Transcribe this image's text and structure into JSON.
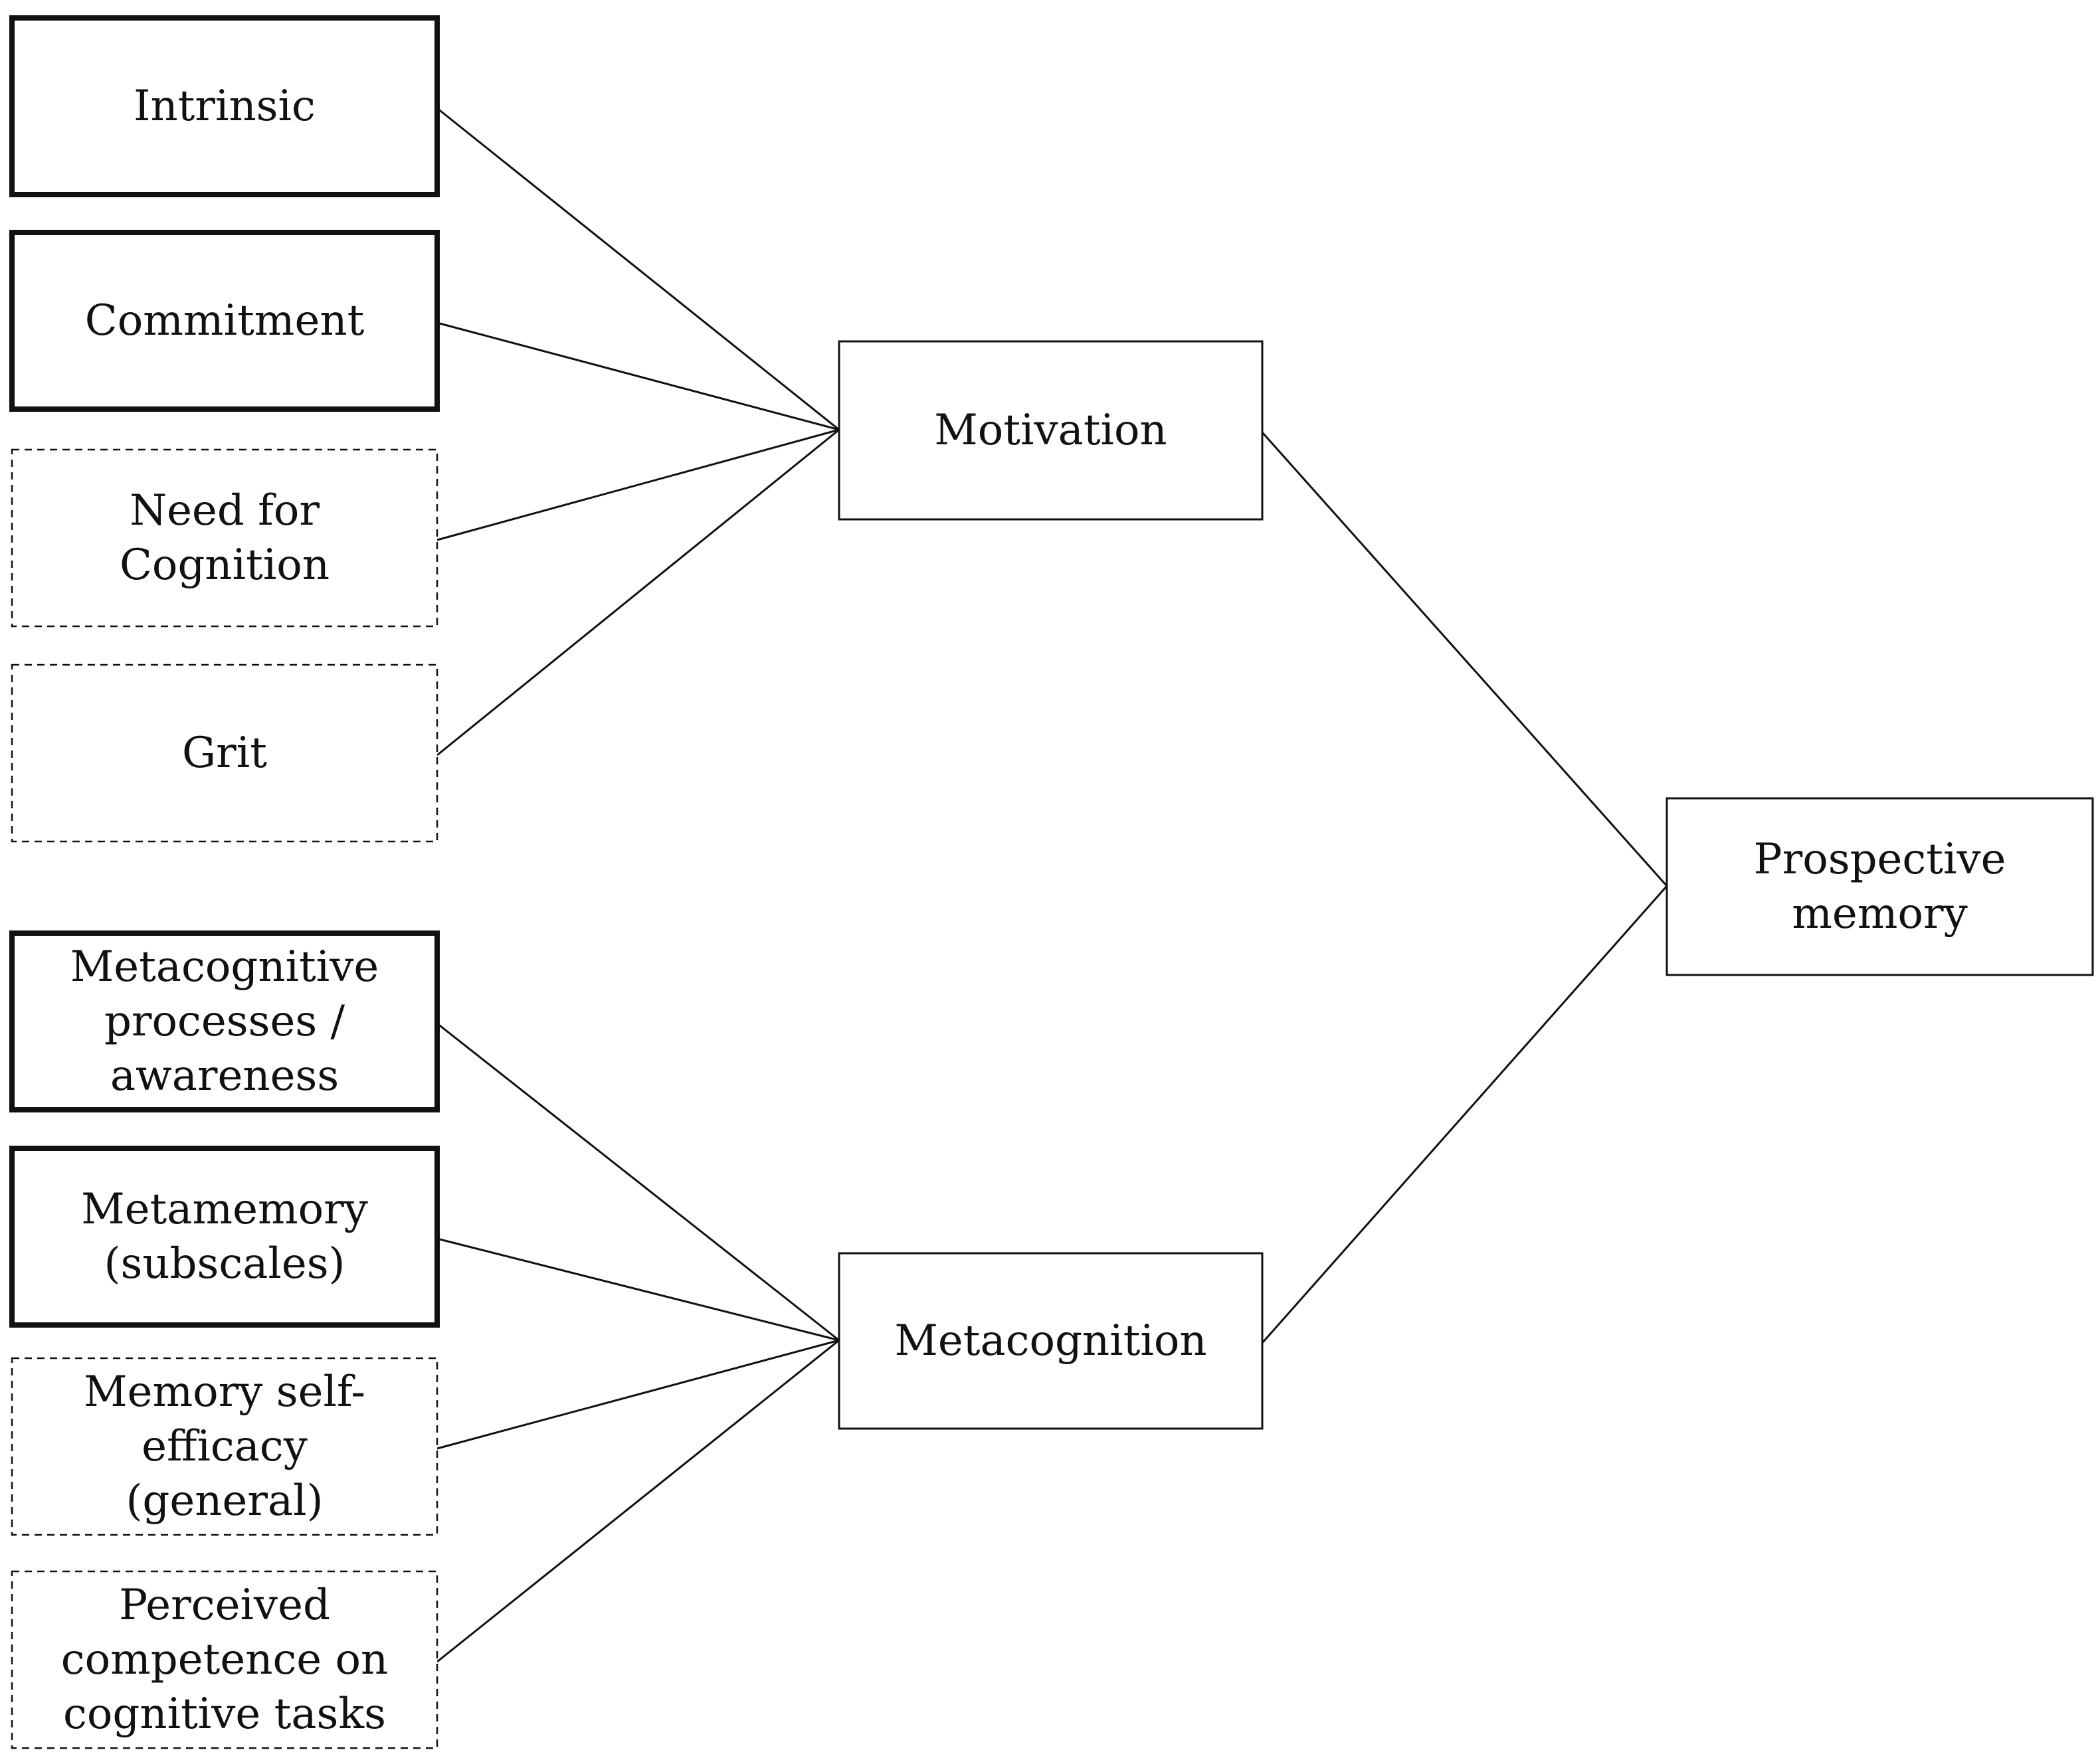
{
  "nodes": {
    "intrinsic": {
      "lines": [
        "Intrinsic"
      ],
      "border": "thick"
    },
    "commitment": {
      "lines": [
        "Commitment"
      ],
      "border": "thick"
    },
    "need_for_cognition": {
      "lines": [
        "Need for",
        "Cognition"
      ],
      "border": "dashed"
    },
    "grit": {
      "lines": [
        "Grit"
      ],
      "border": "dashed"
    },
    "metacognitive_processes": {
      "lines": [
        "Metacognitive",
        "processes /",
        "awareness"
      ],
      "border": "thick"
    },
    "metamemory": {
      "lines": [
        "Metamemory",
        "(subscales)"
      ],
      "border": "thick"
    },
    "memory_self_efficacy": {
      "lines": [
        "Memory self-",
        "efficacy",
        "(general)"
      ],
      "border": "dashed"
    },
    "perceived_competence": {
      "lines": [
        "Perceived",
        "competence on",
        "cognitive tasks"
      ],
      "border": "dashed"
    },
    "motivation": {
      "lines": [
        "Motivation"
      ],
      "border": "thin"
    },
    "metacognition": {
      "lines": [
        "Metacognition"
      ],
      "border": "thin"
    },
    "prospective_memory": {
      "lines": [
        "Prospective",
        "memory"
      ],
      "border": "thin"
    }
  },
  "edges": [
    [
      "intrinsic",
      "motivation"
    ],
    [
      "commitment",
      "motivation"
    ],
    [
      "need_for_cognition",
      "motivation"
    ],
    [
      "grit",
      "motivation"
    ],
    [
      "metacognitive_processes",
      "metacognition"
    ],
    [
      "metamemory",
      "metacognition"
    ],
    [
      "memory_self_efficacy",
      "metacognition"
    ],
    [
      "perceived_competence",
      "metacognition"
    ],
    [
      "motivation",
      "prospective_memory"
    ],
    [
      "metacognition",
      "prospective_memory"
    ]
  ],
  "colors": {
    "stroke": "#111111",
    "background": "#ffffff"
  }
}
